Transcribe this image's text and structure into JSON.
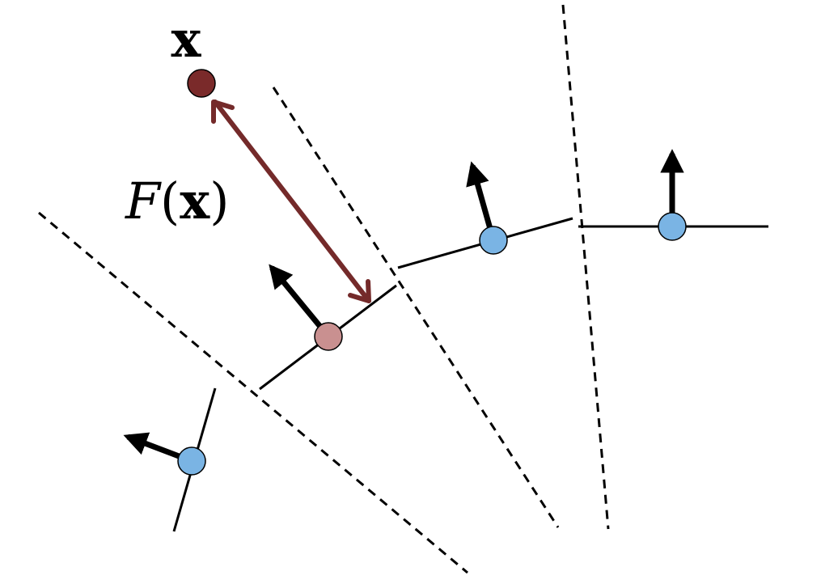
{
  "labels": {
    "point": "x",
    "distance_fn": "F",
    "distance_paren_open": "(",
    "distance_arg": "x",
    "distance_paren_close": ")"
  },
  "colors": {
    "query_point": "#7a2a2a",
    "closest_point": "#c99090",
    "sample_point": "#7ab4e4",
    "distance_arrow": "#742a2a",
    "normal_arrow": "#000000",
    "surface_segment": "#000000",
    "cell_boundary": "#000000"
  }
}
